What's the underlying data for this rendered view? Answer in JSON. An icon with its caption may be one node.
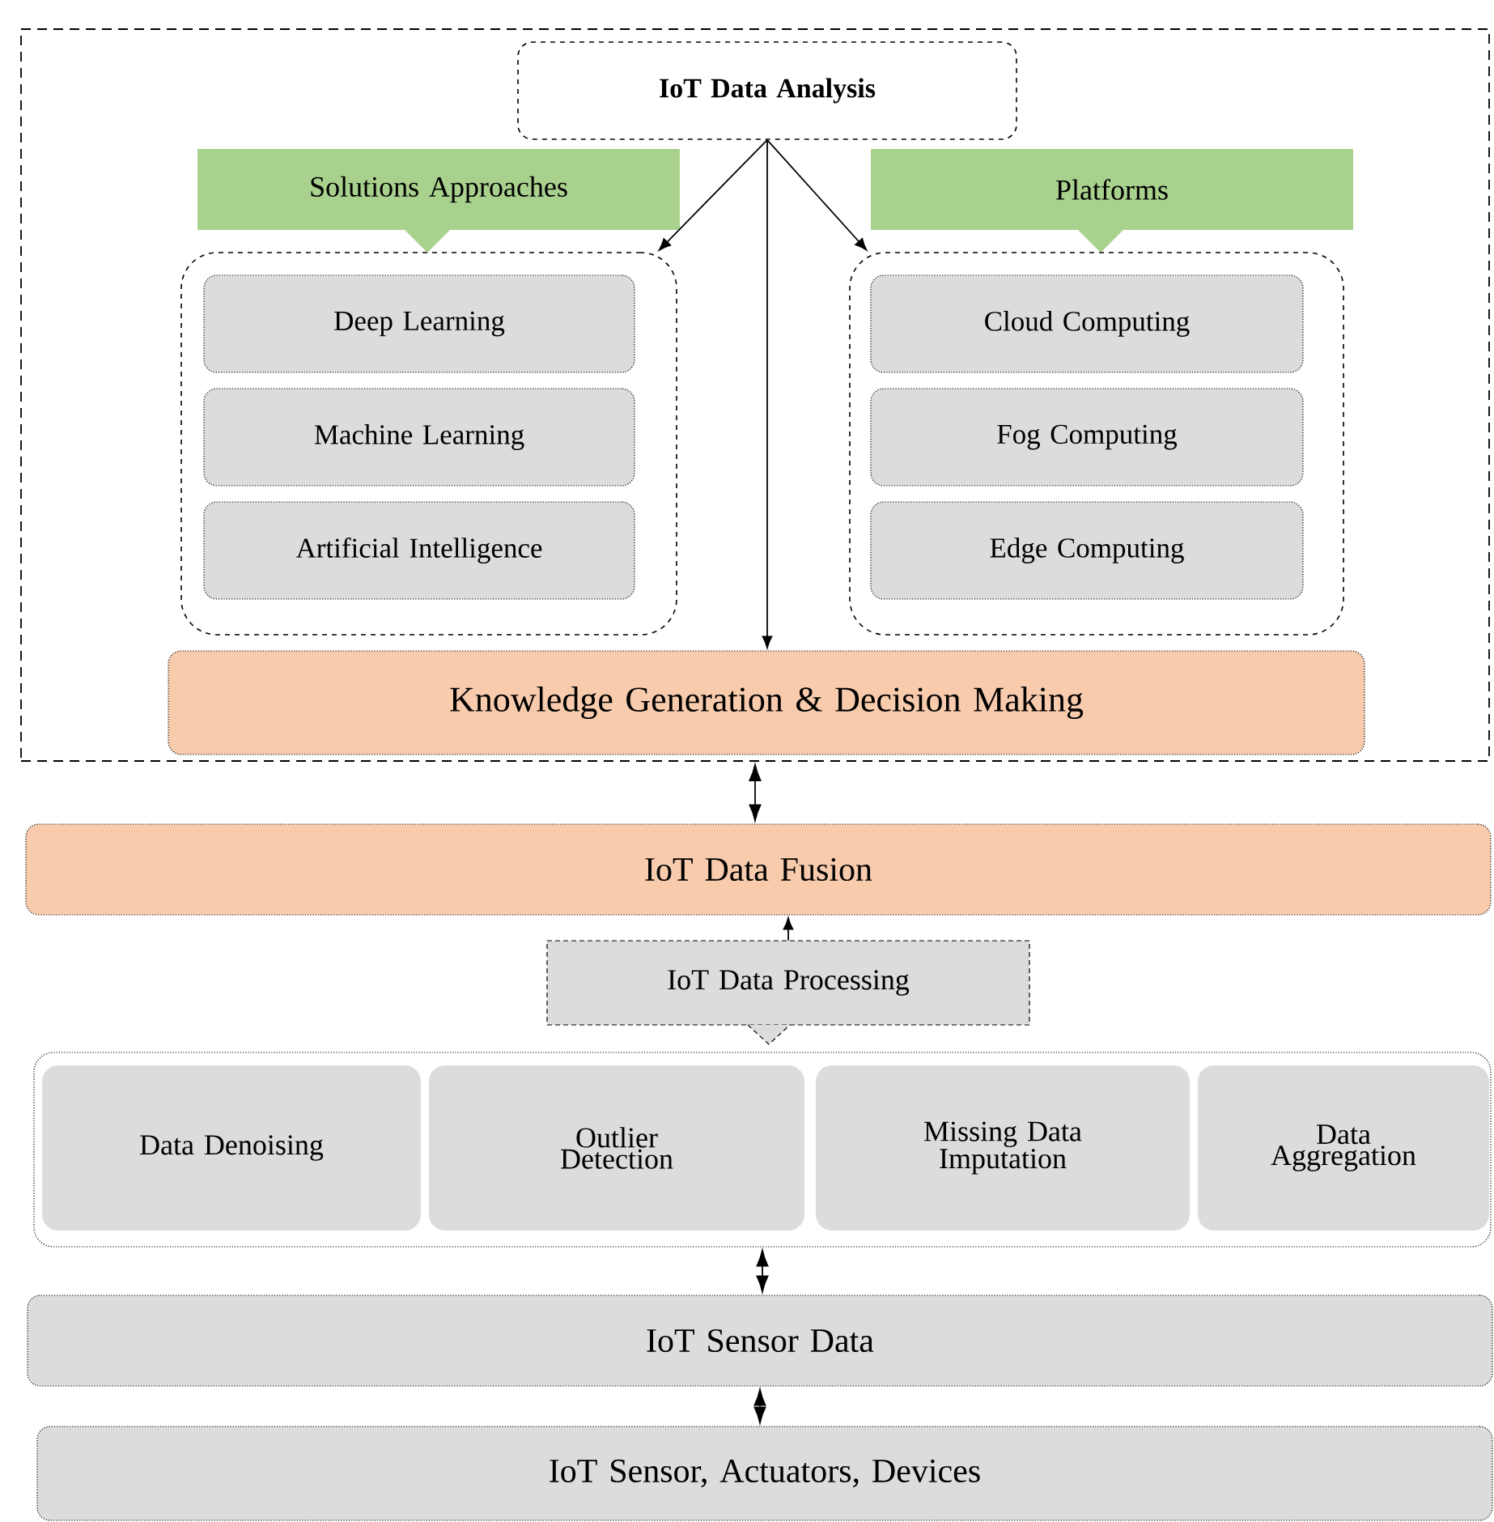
{
  "diagram": {
    "nodes": [
      {
        "text": [],
        "shape": "box"
      },
      {
        "text": [
          "IoT Data Analysis"
        ],
        "in": 0
      },
      {
        "text": [
          "Solutions Approaches"
        ],
        "in": 0
      },
      {
        "text": [],
        "shape": "box",
        "in": 0
      },
      {
        "text": [
          "Deep Learning"
        ],
        "in": 3
      },
      {
        "text": [
          "Machine Learning"
        ],
        "in": 3
      },
      {
        "text": [
          "Artificial  Intelligence"
        ],
        "in": 3
      },
      {
        "text": [
          "Platforms"
        ],
        "in": 0
      },
      {
        "text": [],
        "shape": "box",
        "in": 0
      },
      {
        "text": [
          "Cloud Computing"
        ],
        "in": 8
      },
      {
        "text": [
          "Fog Computing"
        ],
        "in": 8
      },
      {
        "text": [
          "Edge Computing"
        ],
        "in": 8
      },
      {
        "text": [
          "Knowledge Generation & Decision Making"
        ],
        "in": 0
      },
      {
        "text": [
          "IoT Data Fusion"
        ]
      },
      {
        "text": [
          "IoT Data Processing"
        ]
      },
      {
        "text": [],
        "shape": "box"
      },
      {
        "text": [
          "Data Denoising"
        ],
        "in": 15
      },
      {
        "text": [
          "Outlier Detection"
        ],
        "in": 15
      },
      {
        "text": [
          "Missing Data Imputation"
        ],
        "in": 15
      },
      {
        "text": [
          "Data Aggregation"
        ],
        "in": 15
      },
      {
        "text": [
          "IoT Sensor Data"
        ]
      },
      {
        "text": [
          "IoT Sensor, Actuators, Devices"
        ]
      }
    ],
    "edges": [
      {
        "from": 1,
        "to": 3,
        "arrow": "to"
      },
      {
        "from": 1,
        "to": 8,
        "arrow": "to"
      },
      {
        "from": 1,
        "to": 12,
        "arrow": "to"
      },
      {
        "from": 0,
        "to": 13,
        "arrow": "both"
      },
      {
        "from": 14,
        "to": 13,
        "arrow": "to"
      },
      {
        "from": 15,
        "to": 20,
        "arrow": "both"
      },
      {
        "from": 20,
        "to": 21,
        "arrow": "both"
      }
    ]
  }
}
